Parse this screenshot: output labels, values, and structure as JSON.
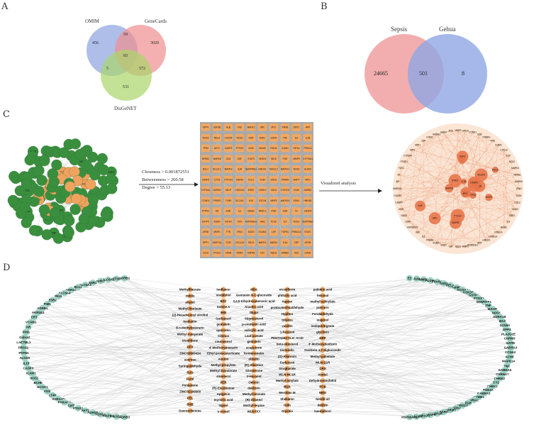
{
  "panels": {
    "a": "A",
    "b": "B",
    "c": "C",
    "d": "D"
  },
  "venn_a": {
    "sets": [
      "OMIM",
      "GeneCards",
      "DisGeNET"
    ],
    "values": {
      "omim_only": "456",
      "genecards_only": "3020",
      "disgenet_only": "531",
      "omim_genecards": "59",
      "omim_disgenet": "5",
      "genecards_disgenet": "572",
      "all": "83"
    },
    "colors": {
      "omim": "#8da3e0",
      "genecards": "#ef8f8f",
      "disgenet": "#a9d66a"
    }
  },
  "venn_b": {
    "sets": [
      "Sepsis",
      "Gehua"
    ],
    "values": {
      "sepsis_only": "24665",
      "overlap": "501",
      "gehua_only": "8"
    },
    "colors": {
      "sepsis": "#ef9a9a",
      "gehua": "#8ea6e4"
    }
  },
  "panel_c": {
    "criteria": [
      "Closeness > 0.001872551",
      "Betweenness > 260.58",
      "Degree > 55.13"
    ],
    "arrow_label": "Visualized analysis",
    "colors": {
      "green": "#3a8f3f",
      "orange": "#f0a35e",
      "grid_bg": "#a9a9a9",
      "grid_node": "#f1a862"
    },
    "grid_labels": [
      "DPP4",
      "GSK3B",
      "ALB",
      "INS",
      "MAPK1",
      "SRC",
      "MYC",
      "PRKB",
      "SIRT1",
      "APP",
      "NOS3",
      "RELA",
      "CXCR4",
      "NOS2",
      "KDR",
      "ESR1",
      "EGFR",
      "TNF",
      "IL6",
      "IL1B",
      "TP53",
      "AKT1",
      "CASP3",
      "PTGS2",
      "KDM",
      "MCM2",
      "RHOA",
      "ICAM1",
      "HIF1A",
      "PRKCA",
      "NFKB1",
      "MAPK8",
      "CD4",
      "EGF",
      "STAT3",
      "VEGFA",
      "SELE",
      "PGE",
      "MMP9",
      "CYP19A1",
      "BCL2",
      "BCL2L1",
      "MAPK3",
      "JUN",
      "SERPINE1",
      "HMOX1",
      "NFE2L2",
      "MAPK14",
      "NOS2",
      "ALDH2",
      "CASP9",
      "CYCS",
      "CYP1A1",
      "HSP90",
      "CCL2",
      "TLR4",
      "SOD1",
      "PPARA",
      "MAPT",
      "MPO",
      "CYP3A4",
      "GAPDH",
      "SELP",
      "CDKN1A",
      "ESR2",
      "CHEK1",
      "CDK2",
      "CYP2C9",
      "CD40",
      "ADRB2",
      "CCND1",
      "PPARG",
      "TYMS",
      "SLC2A1",
      "IL10",
      "CXCL8",
      "MMP2",
      "MAPK10",
      "EDN1",
      "HMGB1",
      "PTPN1",
      "AR",
      "AHR",
      "IL2",
      "MDM2",
      "NR3C1",
      "PGR",
      "KDR",
      "F2",
      "CASP8",
      "GSTP1",
      "AGER",
      "IGF1R",
      "FOS",
      "HSP90AA1",
      "JAK2",
      "PLAU",
      "IL4",
      "NOS1",
      "SERPINE1",
      "APOE",
      "MMP1",
      "TTR",
      "IFNG",
      "SOD2",
      "VCAM1",
      "LEP",
      "TGFB1",
      "PRKACA",
      "STAT1",
      "SPP1",
      "ADIPOQ",
      "TLR2",
      "CXCL10",
      "SELE",
      "MAPK3",
      "ABCB1",
      "IL1A",
      "CRP",
      "APOB",
      "CCL5",
      "PTGS1",
      "FASN",
      "RXRA",
      "HSPA5",
      "CAT",
      "NQO1",
      "ERBB2",
      "ACE",
      "CHUK",
      "KEAP1",
      "ELANE",
      "CAV1",
      "CCNB1",
      "GCG",
      "HMGCR",
      "SIRT3",
      "NR1I2",
      "PPARD"
    ],
    "cluster_labels": [
      "EGFR",
      "TP53",
      "AKT1",
      "IL6",
      "TNF",
      "STAT3",
      "JUN",
      "SRC",
      "MAPK1",
      "ESR1",
      "ALB",
      "GAPDH",
      "IL1B",
      "CASP3",
      "VEGFA",
      "MYC",
      "PTGS2",
      "MMP9",
      "HIF1A",
      "EGF",
      "CCND1",
      "RELA",
      "PPARG",
      "NFKB1",
      "ICAM1",
      "BCL2",
      "CXCL8",
      "MAPK8",
      "IL10",
      "TLR4"
    ],
    "circle_labels": [
      "AKT1",
      "IL6",
      "TNF",
      "TP53",
      "GAPDH",
      "STAT3",
      "EGFR",
      "JUN",
      "VEGFA",
      "PTGS2",
      "ALB",
      "IL1B",
      "CASP3",
      "MYC",
      "ESR1",
      "SRC",
      "MAPK1",
      "RELA",
      "MMP9",
      "HIF1A",
      "CCND1",
      "EGF",
      "PPARG",
      "FOS",
      "ICAM1",
      "CXCL8",
      "IL10",
      "BCL2",
      "MAPK3",
      "NFKB1",
      "MAPK8",
      "IFNG",
      "TLR4",
      "CCL2",
      "NOS3",
      "SIRT1",
      "IL4",
      "MDM2",
      "PRKCA",
      "CDKN1A",
      "HMOX1",
      "APP",
      "SERPINE1",
      "MMP2",
      "SELE",
      "CAT",
      "SOD2",
      "VCAM1",
      "PPARA",
      "IL2",
      "INS",
      "HSP90AA1",
      "CD40",
      "NOS2",
      "KDR",
      "CASP9",
      "CXCR4",
      "ADIPOQ",
      "AR",
      "F2",
      "TLR2",
      "PTGS1",
      "CYP3A4",
      "MPO",
      "SPP1",
      "LEP",
      "IGF1R",
      "HMGB1",
      "AGER",
      "ACE"
    ]
  },
  "panel_d": {
    "colors": {
      "target": "#9ed3c3",
      "compound": "#f0a35e",
      "edges": "#c8c8c8"
    },
    "targets_left": [
      "ADRB2",
      "CTSD",
      "SLC6A2",
      "cutkO",
      "ESR1",
      "SLC6A3",
      "BCL2",
      "ADH1C",
      "SLC6A4",
      "PKIA",
      "ESR2",
      "PIM1",
      "ADRB1",
      "AKR1B1",
      "CRT",
      "VCAM1",
      "AR",
      "FHIA",
      "Gabra2",
      "LACTBL1",
      "PRSS1",
      "PTPN1",
      "ALOX5",
      "IL10",
      "CASP3",
      "ICAM1",
      "NOS2",
      "BCHE",
      "NCOA1",
      "FOS",
      "LT4H",
      "ADRA1D",
      "PRKACA",
      "CptT",
      "PTGS1",
      "AKT1",
      "ADH1B",
      "ADH1A",
      "MAPK1",
      "PIK3CG",
      "ADRB3"
    ],
    "targets_right": [
      "E2",
      "JUN",
      "MMP9",
      "ALDH3",
      "PPARG",
      "SOD1",
      "RELA",
      "catMC",
      "NCOA2",
      "GSK3B",
      "GSTP1",
      "PTGS2",
      "SERPINE1",
      "TNF",
      "MAOB",
      "NOS3",
      "ADRA1B",
      "BAX",
      "SCN5A",
      "DPP4",
      "PLA2G2E",
      "CHRM3",
      "GATM",
      "GABRA3",
      "CCNA2",
      "ACHE",
      "MAPK14",
      "ngr",
      "GABRA6",
      "CHRNA7",
      "CHRM2",
      "CY2",
      "CHEK1",
      "PDE3A",
      "GABRA1",
      "CYBB1",
      "GRIA2",
      "PGR",
      "PRSS3",
      "CDK2",
      "CHRM1",
      "RXRA",
      "TOP2B",
      "CASP9",
      "ADRA2C",
      "CALM3",
      "HSP90AA1"
    ],
    "compounds_col1": [
      "Methylfiuorate",
      "indole",
      "phytol",
      "Methyl linoleate",
      "(Z)-Hexadecenyl alcohol",
      "kaokaitin",
      "8-o-Methylpuerarin",
      "Methyl margarate",
      "irisolidone",
      "DFV",
      "ZINC03860434",
      "sucrose",
      "Syringaldehyde",
      "FUG",
      "Fural",
      "Pentanone",
      "ZINC02169908",
      "FEL",
      "PHB",
      "Daenucdenone"
    ],
    "compounds_col2": [
      "Isoflavon",
      "Vomifoliol",
      "EZC",
      "Solene A",
      "96N",
      "Garbanzol",
      "genistein",
      "quercetin",
      "Cilonue",
      "coumestrol",
      "4'-Methoxypuerarin",
      "Ethyl protocatechuate",
      "Aceton",
      "Methyl propylate",
      "Methyl isovalerate",
      "sitosterol",
      "FER",
      "(R)-Enantiomer",
      "Apigenin",
      "myristic acid",
      "lupeol",
      "o-cresol"
    ],
    "compounds_col3": [
      "HBA",
      "Genistein 8-C-glucoside",
      "3,4,5-trihydroxybenzoic acid",
      "Arachic acid",
      "thujol",
      "Stigmasterol",
      "p-coumaric acid",
      "salicylic acid",
      "Leaf acetate",
      "genistein",
      "acapurone",
      "formononetin",
      "olmelin",
      "(R)-Allantoin",
      "Sitosterone",
      "3-Hexanol",
      "Ontinin",
      "daidzein",
      "Methyl-hexoate",
      "(R)-Allantol",
      "Methyl-terpine",
      "WLNYXY"
    ],
    "compounds_col4": [
      "nicotiflorin",
      "phthalic acid",
      "Haptan",
      "protocatechualdehyde",
      "Hyphon",
      "toluene",
      "vanillin",
      "1-hexanol",
      "PENTADECYLIC ACID",
      "beta-sitosterol",
      "tectoridin",
      "(S)-Allantoin",
      "Farfurarol",
      "Sitogluside",
      "WLN:HC1R",
      "Methyl octylate",
      "BUA",
      "Meroben M",
      "Shekanin",
      "rutin",
      "Glycitin"
    ],
    "compounds_col5": [
      "palmitic acid",
      "hexanal",
      "methyl salicylate",
      "puerarin",
      "Ferulaldehyde",
      "eugenol",
      "isoliquiritigenin",
      "glycitein",
      "DBP",
      "3'-Methoxydaidzein",
      "Daidzein-4,7-diglucoside",
      "Methyl palmitate",
      "WLN:Q1R",
      "CRS",
      "Acetol",
      "Dehydrovomifoliol",
      "PCB",
      "NMO",
      "Nevdil oil",
      "daidzin",
      "kaempferol"
    ]
  }
}
